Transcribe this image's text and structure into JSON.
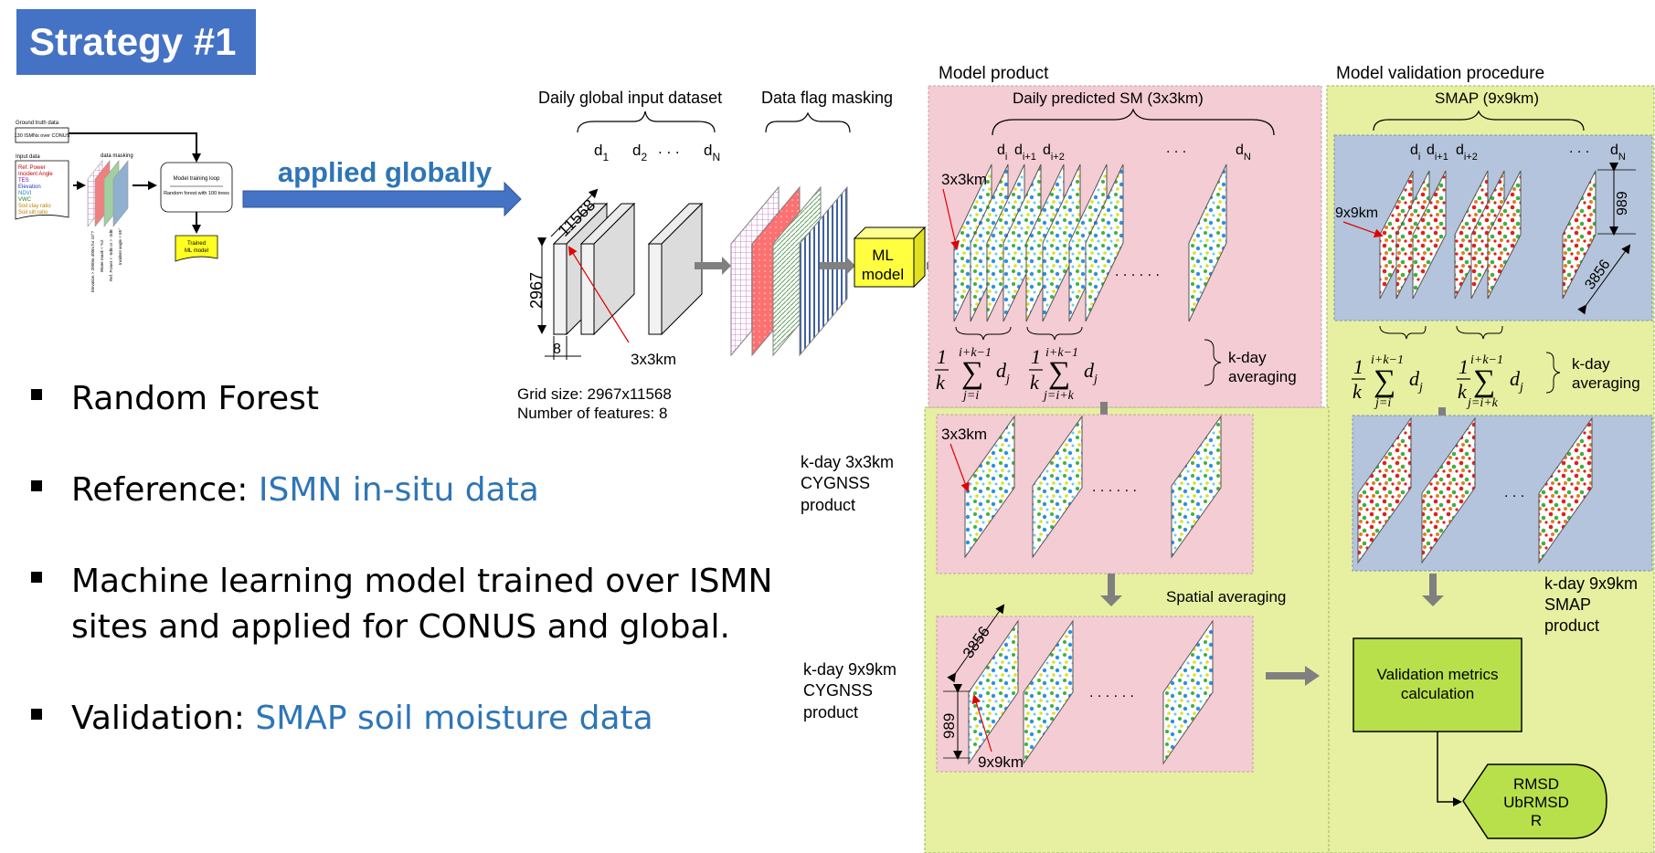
{
  "title": "Strategy #1",
  "bullets": [
    {
      "text": "Random Forest",
      "highlight": ""
    },
    {
      "text": "Reference: ",
      "highlight": "ISMN in-situ data"
    },
    {
      "text": "Machine learning model trained over ISMN",
      "line2": "sites and applied for CONUS and global.",
      "highlight": ""
    },
    {
      "text": "Validation: ",
      "highlight": "SMAP soil moisture data"
    }
  ],
  "thumbnail": {
    "ground_truth_label": "Ground truth data",
    "ground_truth_box": "130 ISMNs over CONUS",
    "input_label": "Input data",
    "input_items": [
      "Ref. Power",
      "Incident Angle",
      "TES",
      "Elevation",
      "NDVI",
      "VWC",
      "Soil clay ratio",
      "Soil silt ratio"
    ],
    "masking_label": "data masking",
    "training_title": "Model training loop",
    "training_sub": "Random forest with 100 trees",
    "trained_label_1": "Trained",
    "trained_label_2": "ML model",
    "rot_1": "Elevation > 2000m 400m for 10°?",
    "rot_2": "Water mask < %2",
    "rot_3": "Ref. Power < -5dB or > -2dB",
    "rot_4": "Incident angle < 65°"
  },
  "applied_label": "applied globally",
  "input_section": {
    "title": "Daily global input dataset",
    "d1": "d",
    "d1_sub": "1",
    "d2": "d",
    "d2_sub": "2",
    "dots": ". . .",
    "dN": "d",
    "dN_sub": "N",
    "dim_width": "11568",
    "dim_height": "2967",
    "dim_depth": "8",
    "res_label": "3x3km",
    "grid_size": "Grid size: 2967x11568",
    "num_features": "Number of features: 8"
  },
  "flag_masking": "Data flag masking",
  "ml_model_1": "ML",
  "ml_model_2": "model",
  "model_product": {
    "title": "Model product",
    "daily_title": "Daily predicted SM (3x3km)",
    "di": "d",
    "di_sub": "i",
    "di1": "d",
    "di1_sub": "i+1",
    "di2": "d",
    "di2_sub": "i+2",
    "dots": ". . .",
    "dN": "d",
    "dN_sub": "N",
    "res_label": "3x3km",
    "mid_dots": ". . . . . .",
    "k_day_avg_1": "k-day",
    "k_day_avg_2": "averaging"
  },
  "validation": {
    "title": "Model validation procedure",
    "smap_title": "SMAP (9x9km)",
    "di": "d",
    "di_sub": "i",
    "di1": "d",
    "di1_sub": "i+1",
    "di2": "d",
    "di2_sub": "i+2",
    "dots": ". . .",
    "dN": "d",
    "dN_sub": "N",
    "res_label": "9x9km",
    "dim_989": "989",
    "dim_3856": "3856",
    "k_day_avg_1": "k-day",
    "k_day_avg_2": "averaging",
    "smap_product_1": "k-day 9x9km",
    "smap_product_2": "SMAP",
    "smap_product_3": "product",
    "metrics_1": "Validation metrics",
    "metrics_2": "calculation",
    "out_1": "RMSD",
    "out_2": "UbRMSD",
    "out_3": "R"
  },
  "kday3": {
    "label_1": "k-day 3x3km",
    "label_2": "CYGNSS",
    "label_3": "product",
    "res_label": "3x3km",
    "dots": ". . . . . ."
  },
  "spatial_avg": "Spatial averaging",
  "kday9": {
    "label_1": "k-day 9x9km",
    "label_2": "CYGNSS",
    "label_3": "product",
    "res_label": "9x9km",
    "dim_3856": "3856",
    "dim_989": "989",
    "dots": ". . . . . ."
  },
  "smap_dots": ". . .",
  "formula": {
    "frac_num": "1",
    "frac_den": "k",
    "upper": "i+k−1",
    "lower_1": "j=i",
    "lower_2": "j=i+k",
    "sigma": "∑",
    "term": "d",
    "term_sub": "j"
  },
  "colors": {
    "title_bg": "#4472c4",
    "highlight": "#2e75b6",
    "pink": "#f4ccd4",
    "green": "#e6f0a0",
    "blue": "#b4c4dc",
    "metrics": "#b8e04a",
    "ml_box": "#ffff40"
  }
}
